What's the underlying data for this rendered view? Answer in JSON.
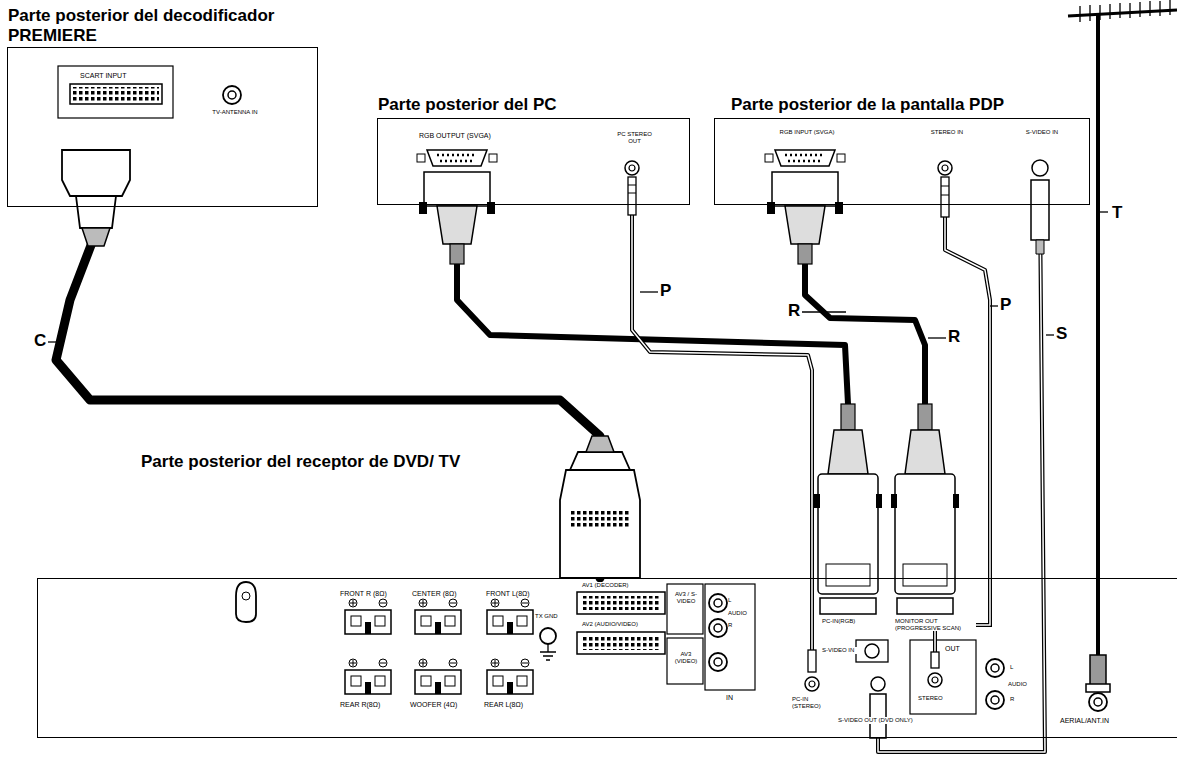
{
  "diagram": {
    "nodes": [
      {
        "text": [
          "Parte posterior del decodificador PREMIERE",
          "SCART INPUT",
          "TV-ANTENNA IN"
        ]
      },
      {
        "text": [
          "Parte posterior del PC",
          "RGB OUTPUT (SVGA)",
          "PC STEREO OUT"
        ]
      },
      {
        "text": [
          "Parte posterior de la pantalla PDP",
          "RGB INPUT (SVGA)",
          "STEREO IN",
          "S-VIDEO IN"
        ]
      },
      {
        "text": [
          "Parte posterior del receptor de DVD/ TV",
          "FRONT R (8Ω)",
          "CENTER (8Ω)",
          "FRONT L(8Ω)",
          "REAR R(8Ω)",
          "WOOFER (4Ω)",
          "REAR L(8Ω)",
          "TX GND",
          "AV1 (DECODER)",
          "AV2 (AUDIO/VIDEO)",
          "AV3 / S-VIDEO",
          "AV3 (VIDEO)",
          "AUDIO",
          "L",
          "R",
          "IN",
          "PC-IN(RGB)",
          "MONITOR OUT (PROGRESSIVE SCAN)",
          "S-VIDEO IN",
          "PC-IN (STEREO)",
          "S-VIDEO OUT (DVD ONLY)",
          "OUT",
          "STEREO",
          "AUDIO",
          "L",
          "R",
          "AERIAL/ANT.IN"
        ]
      }
    ],
    "edges": [
      {
        "from": 0,
        "to": 3,
        "label": "C",
        "arrow": "none"
      },
      {
        "from": 1,
        "to": 3,
        "label": "R",
        "arrow": "none"
      },
      {
        "from": 1,
        "to": 3,
        "label": "P",
        "arrow": "none"
      },
      {
        "from": 2,
        "to": 3,
        "label": "R",
        "arrow": "none"
      },
      {
        "from": 2,
        "to": 3,
        "label": "P",
        "arrow": "none"
      },
      {
        "from": 2,
        "to": 3,
        "label": "S",
        "arrow": "none"
      }
    ],
    "labels": [
      "T"
    ]
  }
}
